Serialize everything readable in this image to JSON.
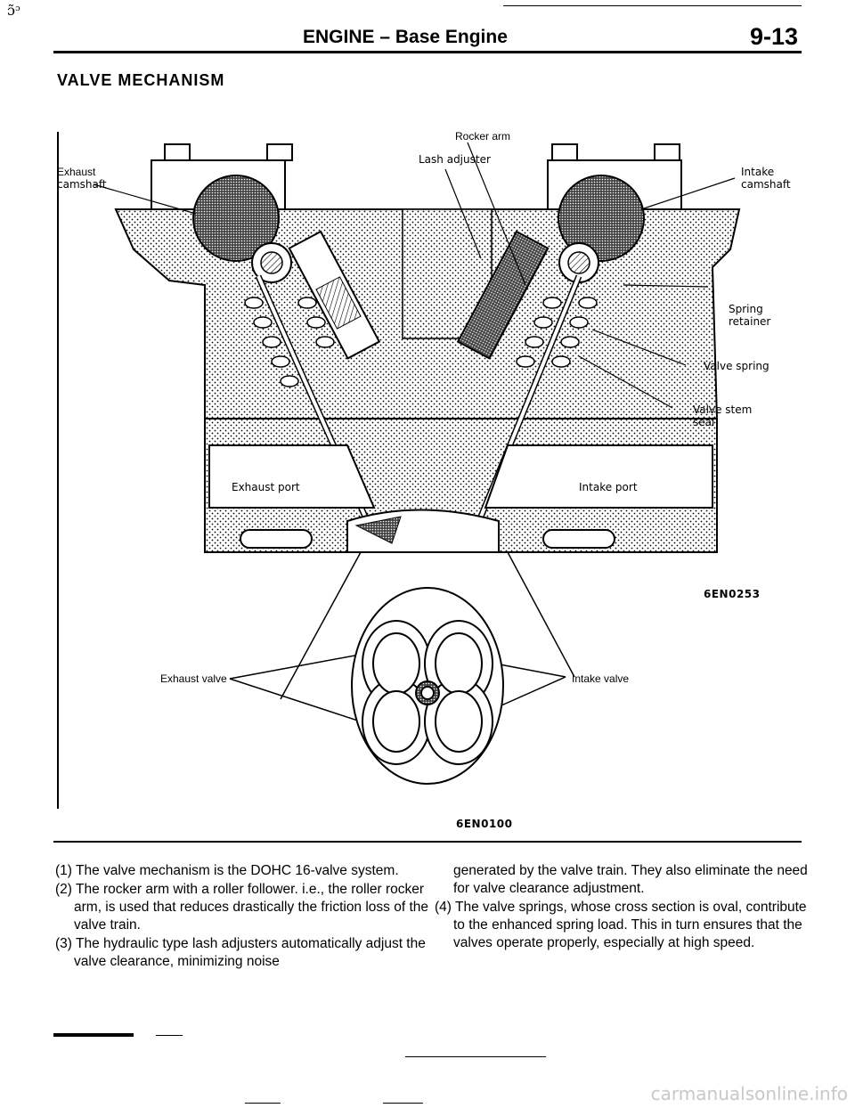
{
  "margin_scribble": "ɔ̃ᵓ",
  "header": {
    "title": "ENGINE – Base Engine",
    "page_number": "9-13"
  },
  "section": {
    "title": "VALVE MECHANISM"
  },
  "figure_top": {
    "labels": {
      "rocker_arm": "Rocker arm",
      "lash_adjuster": "Lash adjuster",
      "exhaust_camshaft_line1": "Exhaust",
      "exhaust_camshaft_line2": "camshaft",
      "intake_camshaft_line1": "Intake",
      "intake_camshaft_line2": "camshaft",
      "spring_retainer_line1": "Spring",
      "spring_retainer_line2": "retainer",
      "valve_spring": "Valve spring",
      "valve_stem_seal_line1": "Valve stem",
      "valve_stem_seal_line2": "seal",
      "exhaust_port": "Exhaust port",
      "intake_port": "Intake port"
    },
    "code": "6EN0253"
  },
  "figure_bottom": {
    "labels": {
      "exhaust_valve": "Exhaust valve",
      "intake_valve": "Intake valve"
    },
    "code": "6EN0100"
  },
  "body": {
    "items": [
      {
        "num": "(1)",
        "text": "The valve mechanism is the DOHC 16-valve system."
      },
      {
        "num": "(2)",
        "text": "The rocker arm with a roller follower. i.e., the roller rocker arm, is used that reduces drastically the friction loss of the valve train."
      },
      {
        "num": "(3)",
        "text": "The hydraulic type lash adjusters automatically adjust the valve clearance, minimizing noise"
      }
    ],
    "right_continuation": "generated by the valve train. They also eliminate the need for valve clearance adjustment.",
    "right_items": [
      {
        "num": "(4)",
        "text": "The valve springs, whose cross section is oval, contribute to the enhanced spring load. This in turn ensures that the valves operate properly, especially at high speed."
      }
    ]
  },
  "watermark": "carmanualsonline.info"
}
